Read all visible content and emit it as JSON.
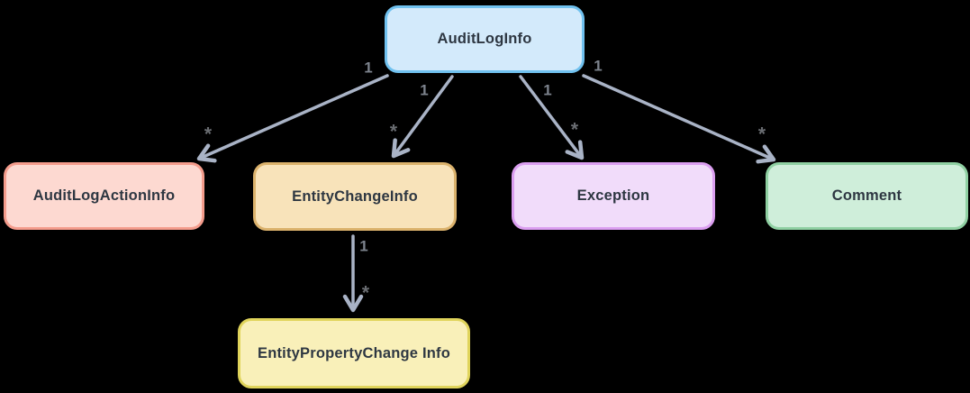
{
  "diagram": {
    "nodes": {
      "auditLogInfo": {
        "label": "AuditLogInfo",
        "fill": "#d3eafb",
        "border": "#70c1ef"
      },
      "auditLogActionInfo": {
        "label": "AuditLogActionInfo",
        "fill": "#fdd9d1",
        "border": "#f49c8c"
      },
      "entityChangeInfo": {
        "label": "EntityChangeInfo",
        "fill": "#f8e3ba",
        "border": "#dbb26c"
      },
      "exception": {
        "label": "Exception",
        "fill": "#f1dcfa",
        "border": "#db9ef0"
      },
      "comment": {
        "label": "Comment",
        "fill": "#cfeeda",
        "border": "#8fd0a2"
      },
      "entityPropertyChangeInfo": {
        "label": "EntityPropertyChange Info",
        "fill": "#f9f0b9",
        "border": "#e0d45b"
      }
    },
    "edges": [
      {
        "from": "AuditLogInfo",
        "to": "AuditLogActionInfo",
        "source_label": "1",
        "target_label": "*"
      },
      {
        "from": "AuditLogInfo",
        "to": "EntityChangeInfo",
        "source_label": "1",
        "target_label": "*"
      },
      {
        "from": "AuditLogInfo",
        "to": "Exception",
        "source_label": "1",
        "target_label": "*"
      },
      {
        "from": "AuditLogInfo",
        "to": "Comment",
        "source_label": "1",
        "target_label": "*"
      },
      {
        "from": "EntityChangeInfo",
        "to": "EntityPropertyChange Info",
        "source_label": "1",
        "target_label": "*"
      }
    ],
    "colors": {
      "arrow": "#a9b3c6",
      "multiplicity_label": "#7d838d",
      "node_text": "#2e3742",
      "background": "#000000"
    }
  }
}
